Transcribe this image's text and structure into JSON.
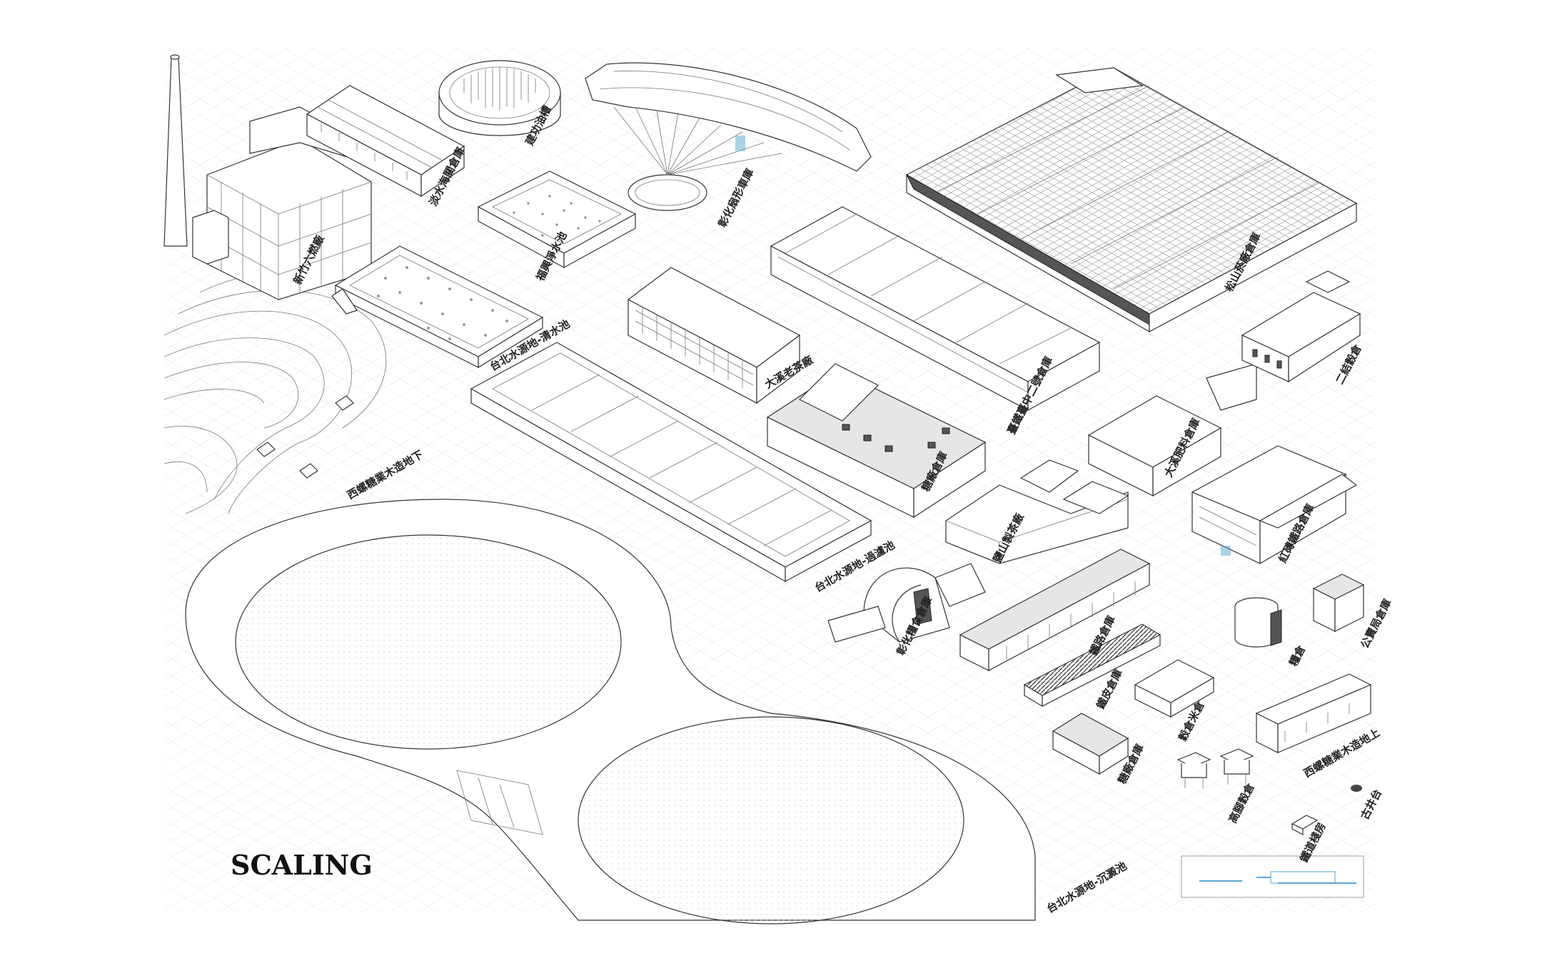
{
  "drawing": {
    "title": "SCALING",
    "accent_color": "#5aa6d6",
    "labels": {
      "hsinchu_factory": "新竹六燃廠",
      "tamsui_warehouse": "淡水海關倉庫",
      "jianshi_tank": "建功油槽",
      "fuxing_reservoir": "福興淨水池",
      "changhua_roundhouse": "彰化扇形車庫",
      "songshan_factory": "松山菸廠倉庫",
      "taipei_clear_pool": "台北水源地-清水池",
      "daxi_tea_factory": "大溪老茶廠",
      "warehouse_2": "臺鐵臺中二號倉庫",
      "ershui_warehouse": "二結穀倉",
      "daxi_rice_warehouse": "大溪肥料倉庫",
      "ximen_underground": "西螺糖業木造地下",
      "sugar_warehouse": "糖廠倉庫",
      "keelung_factory": "鹽山製茶廠",
      "red_brick_warehouse": "紅磚鐵路倉庫",
      "taipei_filter_pool": "台北水源地-過濾池",
      "changhua_warehouse": "彰化糧食倉庫",
      "rail_warehouse": "鐵路倉庫",
      "corrugated_warehouse": "鐵皮倉庫",
      "granary": "糧倉",
      "public_warehouse": "公賣局倉庫",
      "rice_warehouse": "穀倉米倉",
      "ximen_above": "西螺糖業木造地上",
      "store_warehouse": "糖廠倉庫",
      "stilt_granary": "高腳穀倉",
      "ancient_well": "古井台",
      "small_shed": "鐵道棧房",
      "taipei_sedimentation": "台北水源地-沉澱池"
    }
  }
}
